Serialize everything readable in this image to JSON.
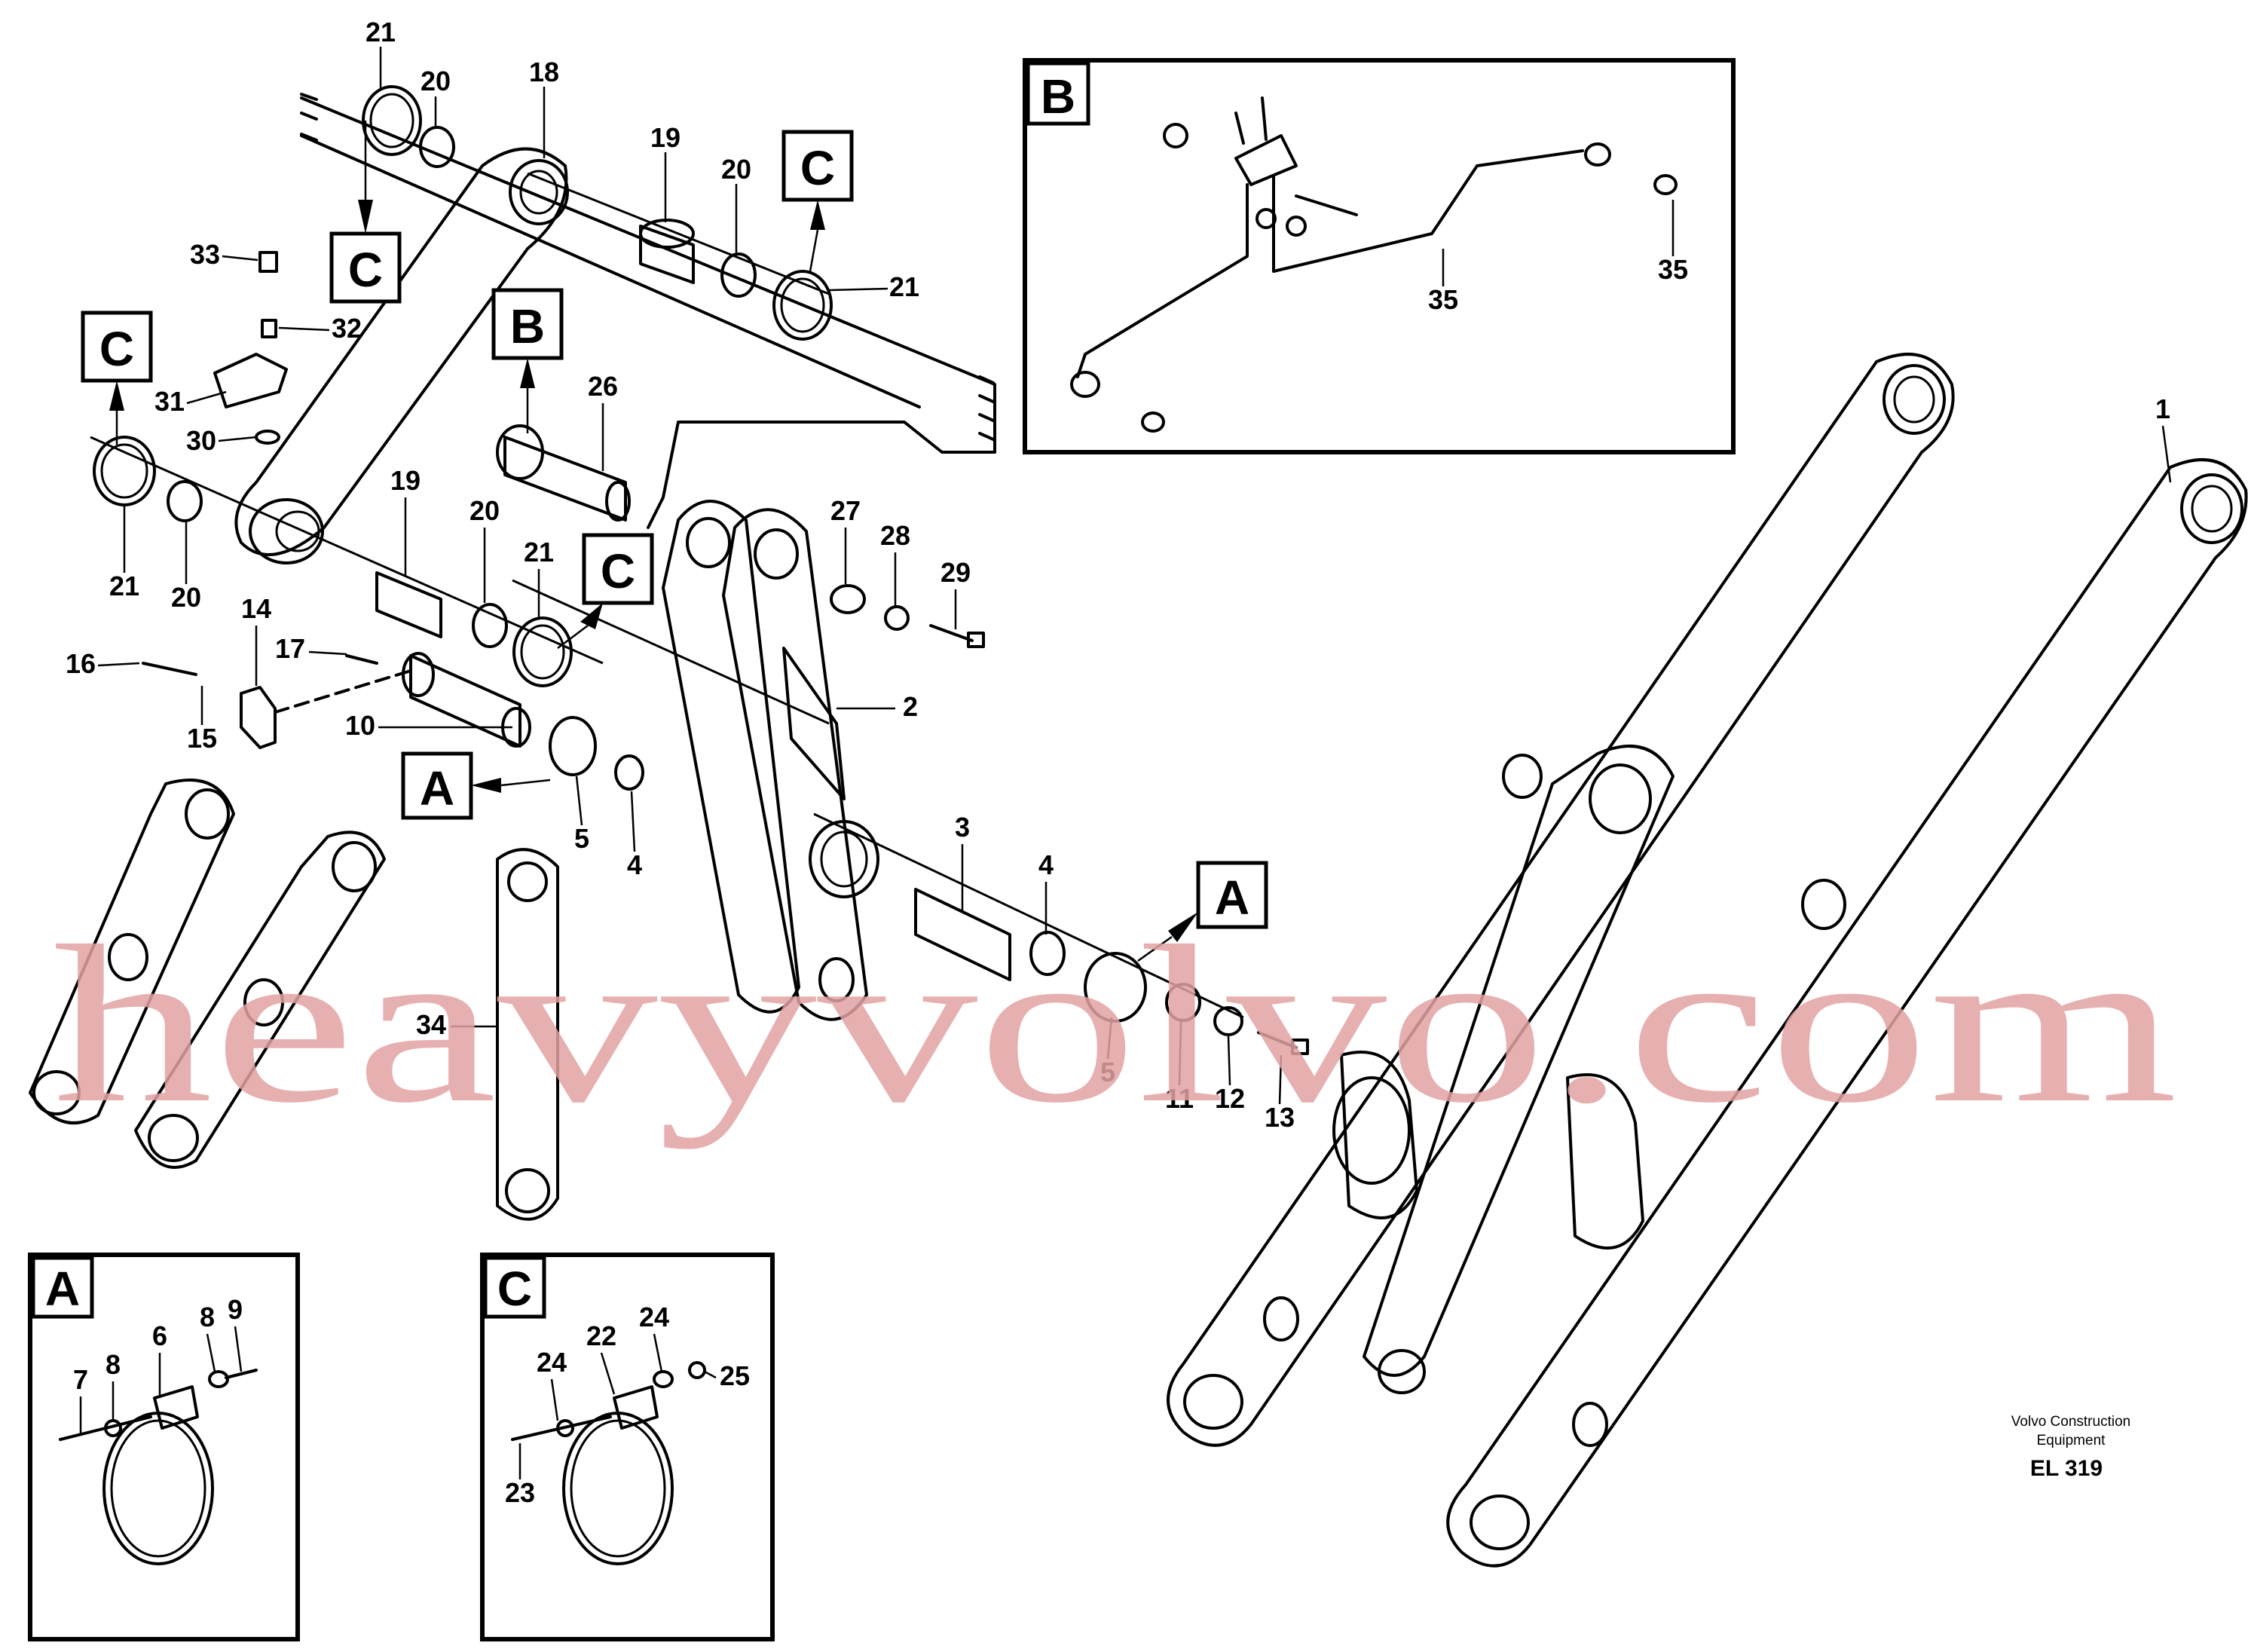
{
  "labels": {
    "p1": "1",
    "p2": "2",
    "p3": "3",
    "p4a": "4",
    "p4b": "4",
    "p5a": "5",
    "p5b": "5",
    "p6": "6",
    "p7": "7",
    "p8a": "8",
    "p8b": "8",
    "p9": "9",
    "p10": "10",
    "p11": "11",
    "p12": "12",
    "p13": "13",
    "p14": "14",
    "p15": "15",
    "p16": "16",
    "p17": "17",
    "p18": "18",
    "p19a": "19",
    "p19b": "19",
    "p20a": "20",
    "p20b": "20",
    "p20c": "20",
    "p20d": "20",
    "p21a": "21",
    "p21b": "21",
    "p21c": "21",
    "p21d": "21",
    "p22": "22",
    "p23": "23",
    "p24a": "24",
    "p24b": "24",
    "p25": "25",
    "p26": "26",
    "p27": "27",
    "p28": "28",
    "p29": "29",
    "p30": "30",
    "p31": "31",
    "p32": "32",
    "p33": "33",
    "p34": "34",
    "p35a": "35",
    "p35b": "35"
  },
  "callouts": {
    "a": "A",
    "b": "B",
    "c": "C"
  },
  "inset_titles": {
    "a": "A",
    "b": "B",
    "c": "C"
  },
  "caption": {
    "line1": "Volvo Construction",
    "line2": "Equipment",
    "code": "EL 319"
  },
  "watermark": "heavyvolvo.com"
}
